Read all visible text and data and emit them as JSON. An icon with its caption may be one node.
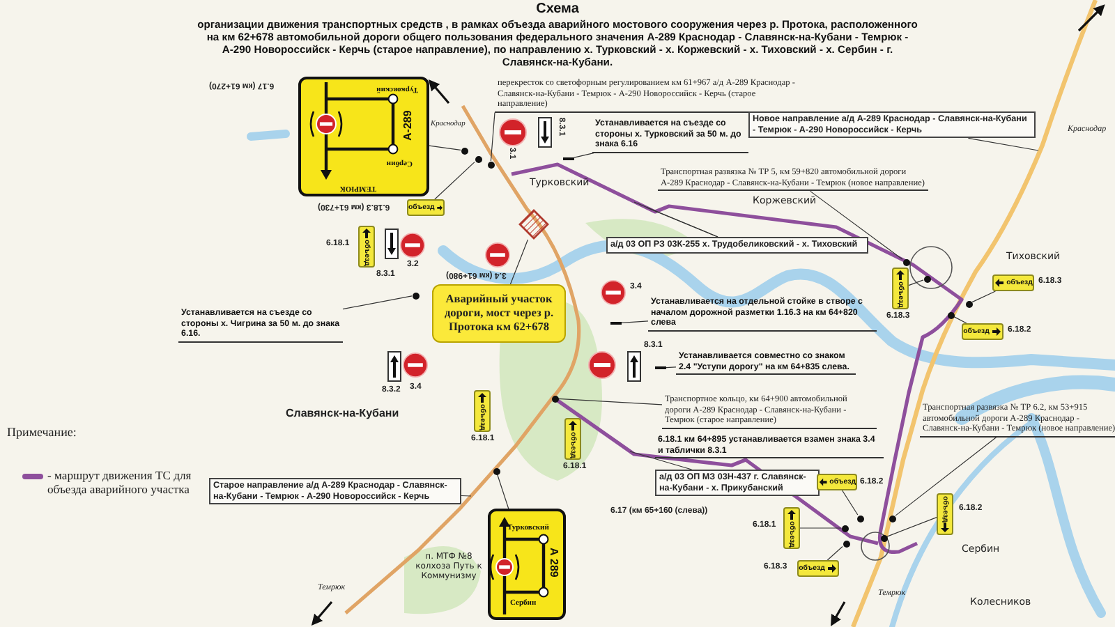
{
  "diagram": {
    "title": "Схема",
    "nodes": [
      {
        "text": [
          "Турковский",
          "А-289",
          "Сербин",
          "ТЕМРЮК"
        ],
        "beside": [
          "6.17 (км 61+270)"
        ]
      },
      {
        "text": [
          "объезд"
        ]
      },
      {
        "text": [
          "Аварийный участок дороги, мост через р. Протока км 62+678"
        ]
      },
      {
        "text": [
          "Турковский",
          "А 289",
          "Сербин"
        ]
      },
      {
        "text": [
          "перекресток со светофорным регулированием км 61+967 а/д А-289 Краснодар - Славянск-на-Кубани - Темрюк - А-290 Новороссийск - Керчь (старое направление)"
        ]
      },
      {
        "text": [
          "Устанавливается на съезде со стороны х. Турковский за 50 м. до знака 6.16"
        ]
      },
      {
        "text": [
          "Новое направление а/д А-289 Краснодар - Славянск-на-Кубани - Темрюк - А-290 Новороссийск - Керчь"
        ]
      },
      {
        "text": [
          "Транспортная развязка № ТР 5, км 59+820 автомобильной дороги А-289 Краснодар - Славянск-на-Кубани - Темрюк (новое направление)"
        ]
      },
      {
        "text": [
          "а/д 03 ОП РЗ 03К-255 х. Трудобеликовский - х. Тиховский"
        ]
      },
      {
        "text": [
          "Устанавливается на отдельной стойке в створе с началом дорожной разметки 1.16.3 на км 64+820 слева"
        ]
      },
      {
        "text": [
          "Устанавливается совместно со знаком 2.4 \"Уступи дорогу\" на км 64+835 слева."
        ]
      },
      {
        "text": [
          "Транспортное кольцо, км 64+900 автомобильной дороги А-289 Краснодар - Славянск-на-Кубани - Темрюк (старое направление)"
        ]
      },
      {
        "text": [
          "Транспортная развязка № ТР 6.2, км 53+915 автомобильной дороги А-289 Краснодар - Славянск-на-Кубани - Темрюк (новое направление)"
        ]
      },
      {
        "text": [
          "6.18.1 км 64+895 устанавливается взамен знака 3.4 и таблички 8.3.1"
        ]
      },
      {
        "text": [
          "а/д 03 ОП МЗ 03Н-437 г. Славянск-на-Кубани - х. Прикубанский"
        ]
      },
      {
        "text": [
          "Устанавливается на съезде со стороны х. Чигрина за 50 м. до знака 6.16."
        ]
      },
      {
        "text": [
          "Старое направление а/д А-289 Краснодар - Славянск-на-Кубани - Темрюк - А-290 Новороссийск - Керчь"
        ]
      },
      {
        "text": [],
        "shape": "diamond"
      },
      {
        "text": [
          "объезд"
        ],
        "beside": [
          "6.18.1"
        ]
      },
      {
        "text": [
          "объезд"
        ],
        "beside": [
          "6.18.1"
        ]
      },
      {
        "text": [
          "объезд"
        ],
        "beside": [
          "6.18.1"
        ]
      },
      {
        "text": [
          "объезд"
        ],
        "beside": [
          "6.18.3"
        ]
      },
      {
        "text": [
          "объезд"
        ],
        "beside": [
          "6.18.3"
        ]
      },
      {
        "text": [
          "объезд"
        ],
        "beside": [
          "6.18.2"
        ]
      },
      {
        "text": [
          "объезд"
        ],
        "beside": [
          "6.18.2"
        ]
      },
      {
        "text": [
          "объезд"
        ],
        "beside": [
          "6.18.1"
        ]
      },
      {
        "text": [
          "объезд"
        ],
        "beside": [
          "6.18.2"
        ]
      },
      {
        "text": [
          "объезд"
        ],
        "beside": [
          "6.18.3"
        ]
      },
      {
        "text": [],
        "shape": "circle"
      },
      {
        "text": [],
        "shape": "circle"
      },
      {
        "text": [],
        "shape": "circle"
      },
      {
        "text": [],
        "shape": "bar"
      },
      {
        "text": [],
        "shape": "circle"
      },
      {
        "text": [],
        "shape": "bar"
      },
      {
        "text": [],
        "shape": "bar"
      },
      {
        "text": [],
        "shape": "circle"
      },
      {
        "text": [],
        "shape": "circle"
      },
      {
        "text": [],
        "shape": "circle"
      },
      {
        "text": [],
        "shape": "circle"
      },
      {
        "text": [],
        "shape": "circle"
      },
      {
        "text": [],
        "shape": "circle"
      },
      {
        "text": [],
        "shape": "circle"
      },
      {
        "text": [],
        "shape": "circle"
      },
      {
        "text": [],
        "shape": "circle"
      },
      {
        "text": [],
        "shape": "circle"
      },
      {
        "text": [],
        "shape": "circle"
      }
    ],
    "edges": [
      {
        "from": 0,
        "to": 28,
        "arrow": "none"
      },
      {
        "from": 1,
        "to": 29,
        "arrow": "none"
      },
      {
        "from": 4,
        "to": 30,
        "arrow": "none"
      },
      {
        "from": 5,
        "to": 31,
        "arrow": "none"
      },
      {
        "from": 6,
        "to": null,
        "arrow": "none"
      },
      {
        "from": 7,
        "to": 32,
        "arrow": "none"
      },
      {
        "from": 8,
        "to": null,
        "arrow": "none"
      },
      {
        "from": 8,
        "to": null,
        "arrow": "none"
      },
      {
        "from": 9,
        "to": 33,
        "arrow": "none"
      },
      {
        "from": 10,
        "to": 34,
        "arrow": "none"
      },
      {
        "from": 12,
        "to": 35,
        "arrow": "none"
      },
      {
        "from": 14,
        "to": null,
        "arrow": "none"
      },
      {
        "from": 15,
        "to": 36,
        "arrow": "none"
      },
      {
        "from": 16,
        "to": null,
        "arrow": "none"
      },
      {
        "from": 2,
        "to": 17,
        "arrow": "none"
      },
      {
        "from": 3,
        "to": 37,
        "arrow": "none"
      },
      {
        "from": 11,
        "to": 38,
        "arrow": "none"
      },
      {
        "from": 24,
        "to": 39,
        "arrow": "none"
      },
      {
        "from": 25,
        "to": 40,
        "arrow": "none"
      },
      {
        "from": 26,
        "to": 41,
        "arrow": "none"
      },
      {
        "from": 27,
        "to": 42,
        "arrow": "none"
      },
      {
        "from": 21,
        "to": 43,
        "arrow": "none"
      },
      {
        "from": 22,
        "to": 44,
        "arrow": "none"
      },
      {
        "from": 23,
        "to": 45,
        "arrow": "none"
      }
    ],
    "labels": [
      "организации движения транспортных средств , в рамках объезда аварийного мостового сооружения через р. Протока, расположенного на км 62+678 автомобильной дороги общего пользования федерального значения А-289 Краснодар - Славянск-на-Кубани - Темрюк - А-290 Новороссийск - Керчь (старое направление), по направлению х. Турковский - х. Коржевский - х. Тиховский - х. Сербин - г. Славянск-на-Кубани.",
      "Краснодар",
      "3.1",
      "8.3.1",
      "Краснодар",
      "Турковский",
      "Коржевский",
      "3.2",
      "8.3.1",
      "3.4 (км 61+980)",
      "Тиховский",
      "3.4",
      "8.3.1",
      "8.3.2",
      "3.4",
      "Славянск-на-Кубани",
      "Примечание:",
      "п. МТФ №8 колхоза Путь к Коммунизму",
      "Сербин",
      "Темрюк",
      "Темрюк",
      "Колесников",
      "6.18.3 (км 61+730)",
      "6.17 (км 65+160 (слева))"
    ],
    "legend": [
      {
        "text": "- маршрут движения ТС для объезда аварийного участка",
        "color": "#8e4f9c"
      }
    ]
  }
}
